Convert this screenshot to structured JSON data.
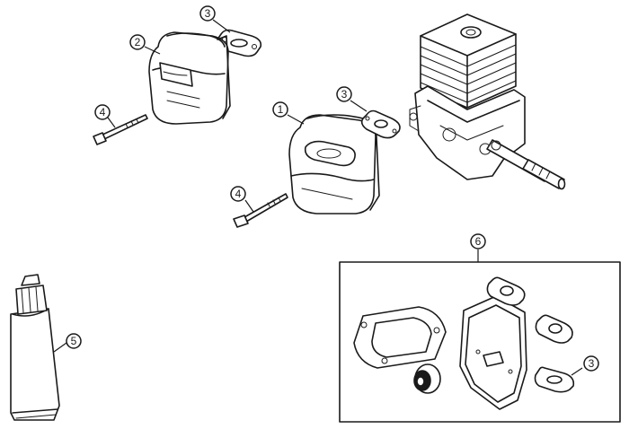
{
  "callouts": {
    "c1": "1",
    "c2": "2",
    "c3a": "3",
    "c3b": "3",
    "c3c": "3",
    "c4a": "4",
    "c4b": "4",
    "c5": "5",
    "c6": "6"
  }
}
